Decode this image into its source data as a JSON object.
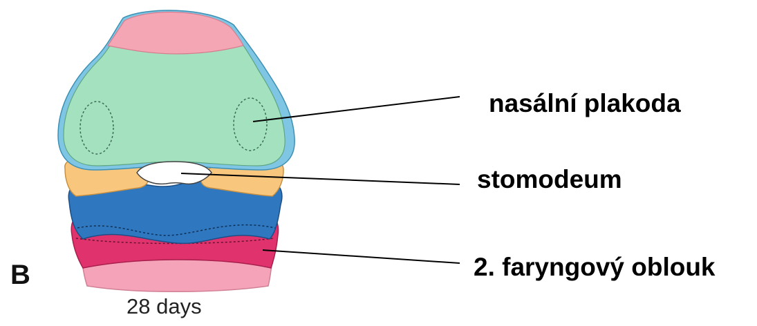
{
  "panel": {
    "letter": "B",
    "caption": "28 days"
  },
  "labels": {
    "nasal_placode": "nasální plakoda",
    "stomodeum": "stomodeum",
    "second_pharyngeal_arch": "2. faryngový oblouk"
  },
  "colors": {
    "frontonasal_pink": "#f5a6b4",
    "frontonasal_green": "#a4e2bf",
    "frontonasal_blue_edge": "#7fc6e4",
    "maxillary_orange": "#f8c67d",
    "mandibular_blue": "#2f78c0",
    "second_arch_magenta": "#e0336e",
    "lower_pink": "#f4a3b9",
    "stomodeum_white": "#ffffff"
  }
}
